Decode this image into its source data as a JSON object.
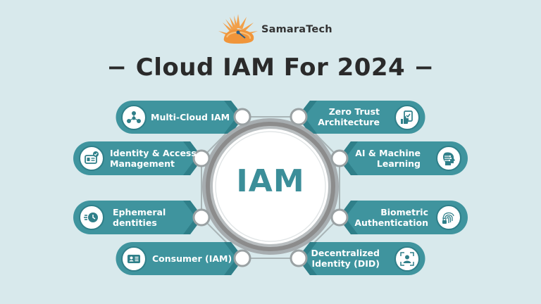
{
  "brand": {
    "name": "SamaraTech",
    "icon": "sun-logo-icon"
  },
  "title": "− Cloud IAM For 2024 −",
  "title_text": "Cloud IAM For 2024",
  "hub": {
    "label": "IAM"
  },
  "colors": {
    "background": "#d8e9ec",
    "teal": "#3f949e",
    "teal_dark": "#2f7f89",
    "ring": "#8c8c8c",
    "title": "#2a2a2a",
    "logo_orange": "#f2a04a"
  },
  "left_items": [
    {
      "label_line1": "Multi-Cloud IAM",
      "label_line2": "",
      "icon": "cloud-network-icon"
    },
    {
      "label_line1": "Identity & Access",
      "label_line2": "Management",
      "icon": "id-card-check-icon"
    },
    {
      "label_line1": "Ephemeral",
      "label_line2": "dentities",
      "icon": "fast-clock-icon"
    },
    {
      "label_line1": "Consumer (IAM)",
      "label_line2": "",
      "icon": "contact-card-icon"
    }
  ],
  "right_items": [
    {
      "label_line1": "Zero Trust",
      "label_line2": "Architecture",
      "icon": "clipboard-thumbs-up-icon"
    },
    {
      "label_line1": "AI & Machine",
      "label_line2": "Learning",
      "icon": "ai-head-icon"
    },
    {
      "label_line1": "Biometric",
      "label_line2": "Authentication",
      "icon": "fingerprint-lock-icon"
    },
    {
      "label_line1": "Decentralized",
      "label_line2": "Identity (DID)",
      "icon": "user-scan-icon"
    }
  ]
}
